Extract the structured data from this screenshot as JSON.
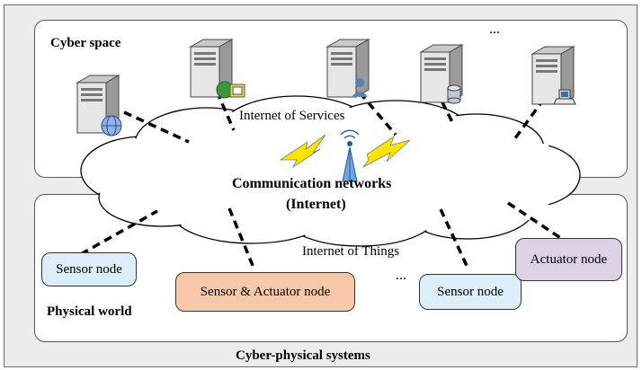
{
  "cyber_space": {
    "title": "Cyber space",
    "ellipsis": "..."
  },
  "cloud": {
    "services_label": "Internet of Services",
    "networks_line1": "Communication networks",
    "networks_line2": "(Internet)"
  },
  "physical_world": {
    "title": "Physical world",
    "things_label": "Internet of Things",
    "ellipsis": "...",
    "nodes": [
      {
        "label": "Sensor node",
        "color": "#dbeefa"
      },
      {
        "label": "Sensor & Actuator node",
        "color": "#f7c9a8"
      },
      {
        "label": "Sensor node",
        "color": "#dbeefa"
      },
      {
        "label": "Actuator node",
        "color": "#ddd1e6"
      }
    ]
  },
  "caption": "Cyber-physical systems",
  "servers": [
    {
      "badge": "globe-icon"
    },
    {
      "badge": "web-monitor-icon"
    },
    {
      "badge": "user-icon"
    },
    {
      "badge": "database-icon"
    },
    {
      "badge": "laptop-icon"
    }
  ],
  "colors": {
    "panel_bg": "#ececec",
    "cloud_fill": "#ffffff",
    "lightning": "#ffe400"
  }
}
